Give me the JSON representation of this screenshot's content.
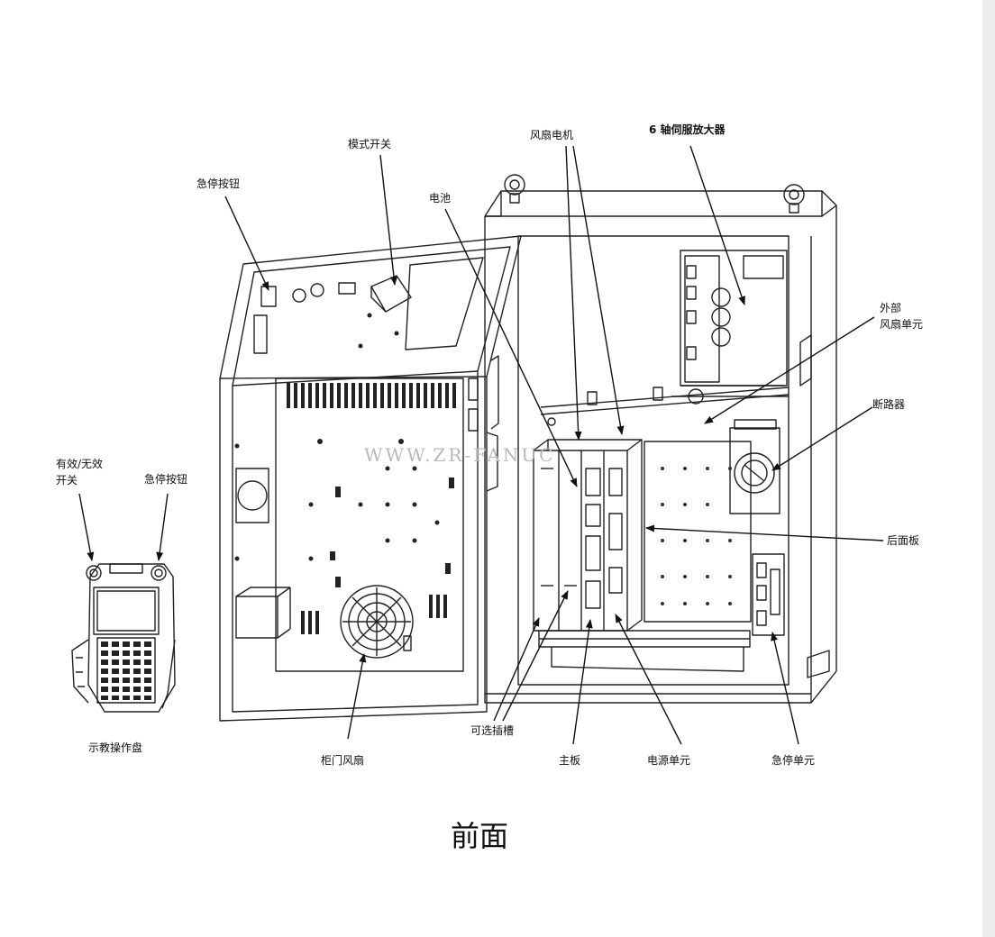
{
  "watermark": "WWW.ZR-FANUC",
  "caption": "前面",
  "labels": {
    "emergency_stop_button_door": "急停按钮",
    "mode_switch": "模式开关",
    "battery": "电池",
    "fan_motor": "风扇电机",
    "servo_amplifier": "6 轴伺服放大器",
    "external_fan_unit_line1": "外部",
    "external_fan_unit_line2": "风扇单元",
    "breaker": "断路器",
    "backplane": "后面板",
    "enable_switch_line1": "有效/无效",
    "enable_switch_line2": "开关",
    "emergency_stop_button_pendant": "急停按钮",
    "teach_pendant": "示教操作盘",
    "door_fan": "柜门风扇",
    "optional_slot": "可选插槽",
    "main_board": "主板",
    "power_unit": "电源单元",
    "emergency_stop_unit": "急停单元"
  }
}
